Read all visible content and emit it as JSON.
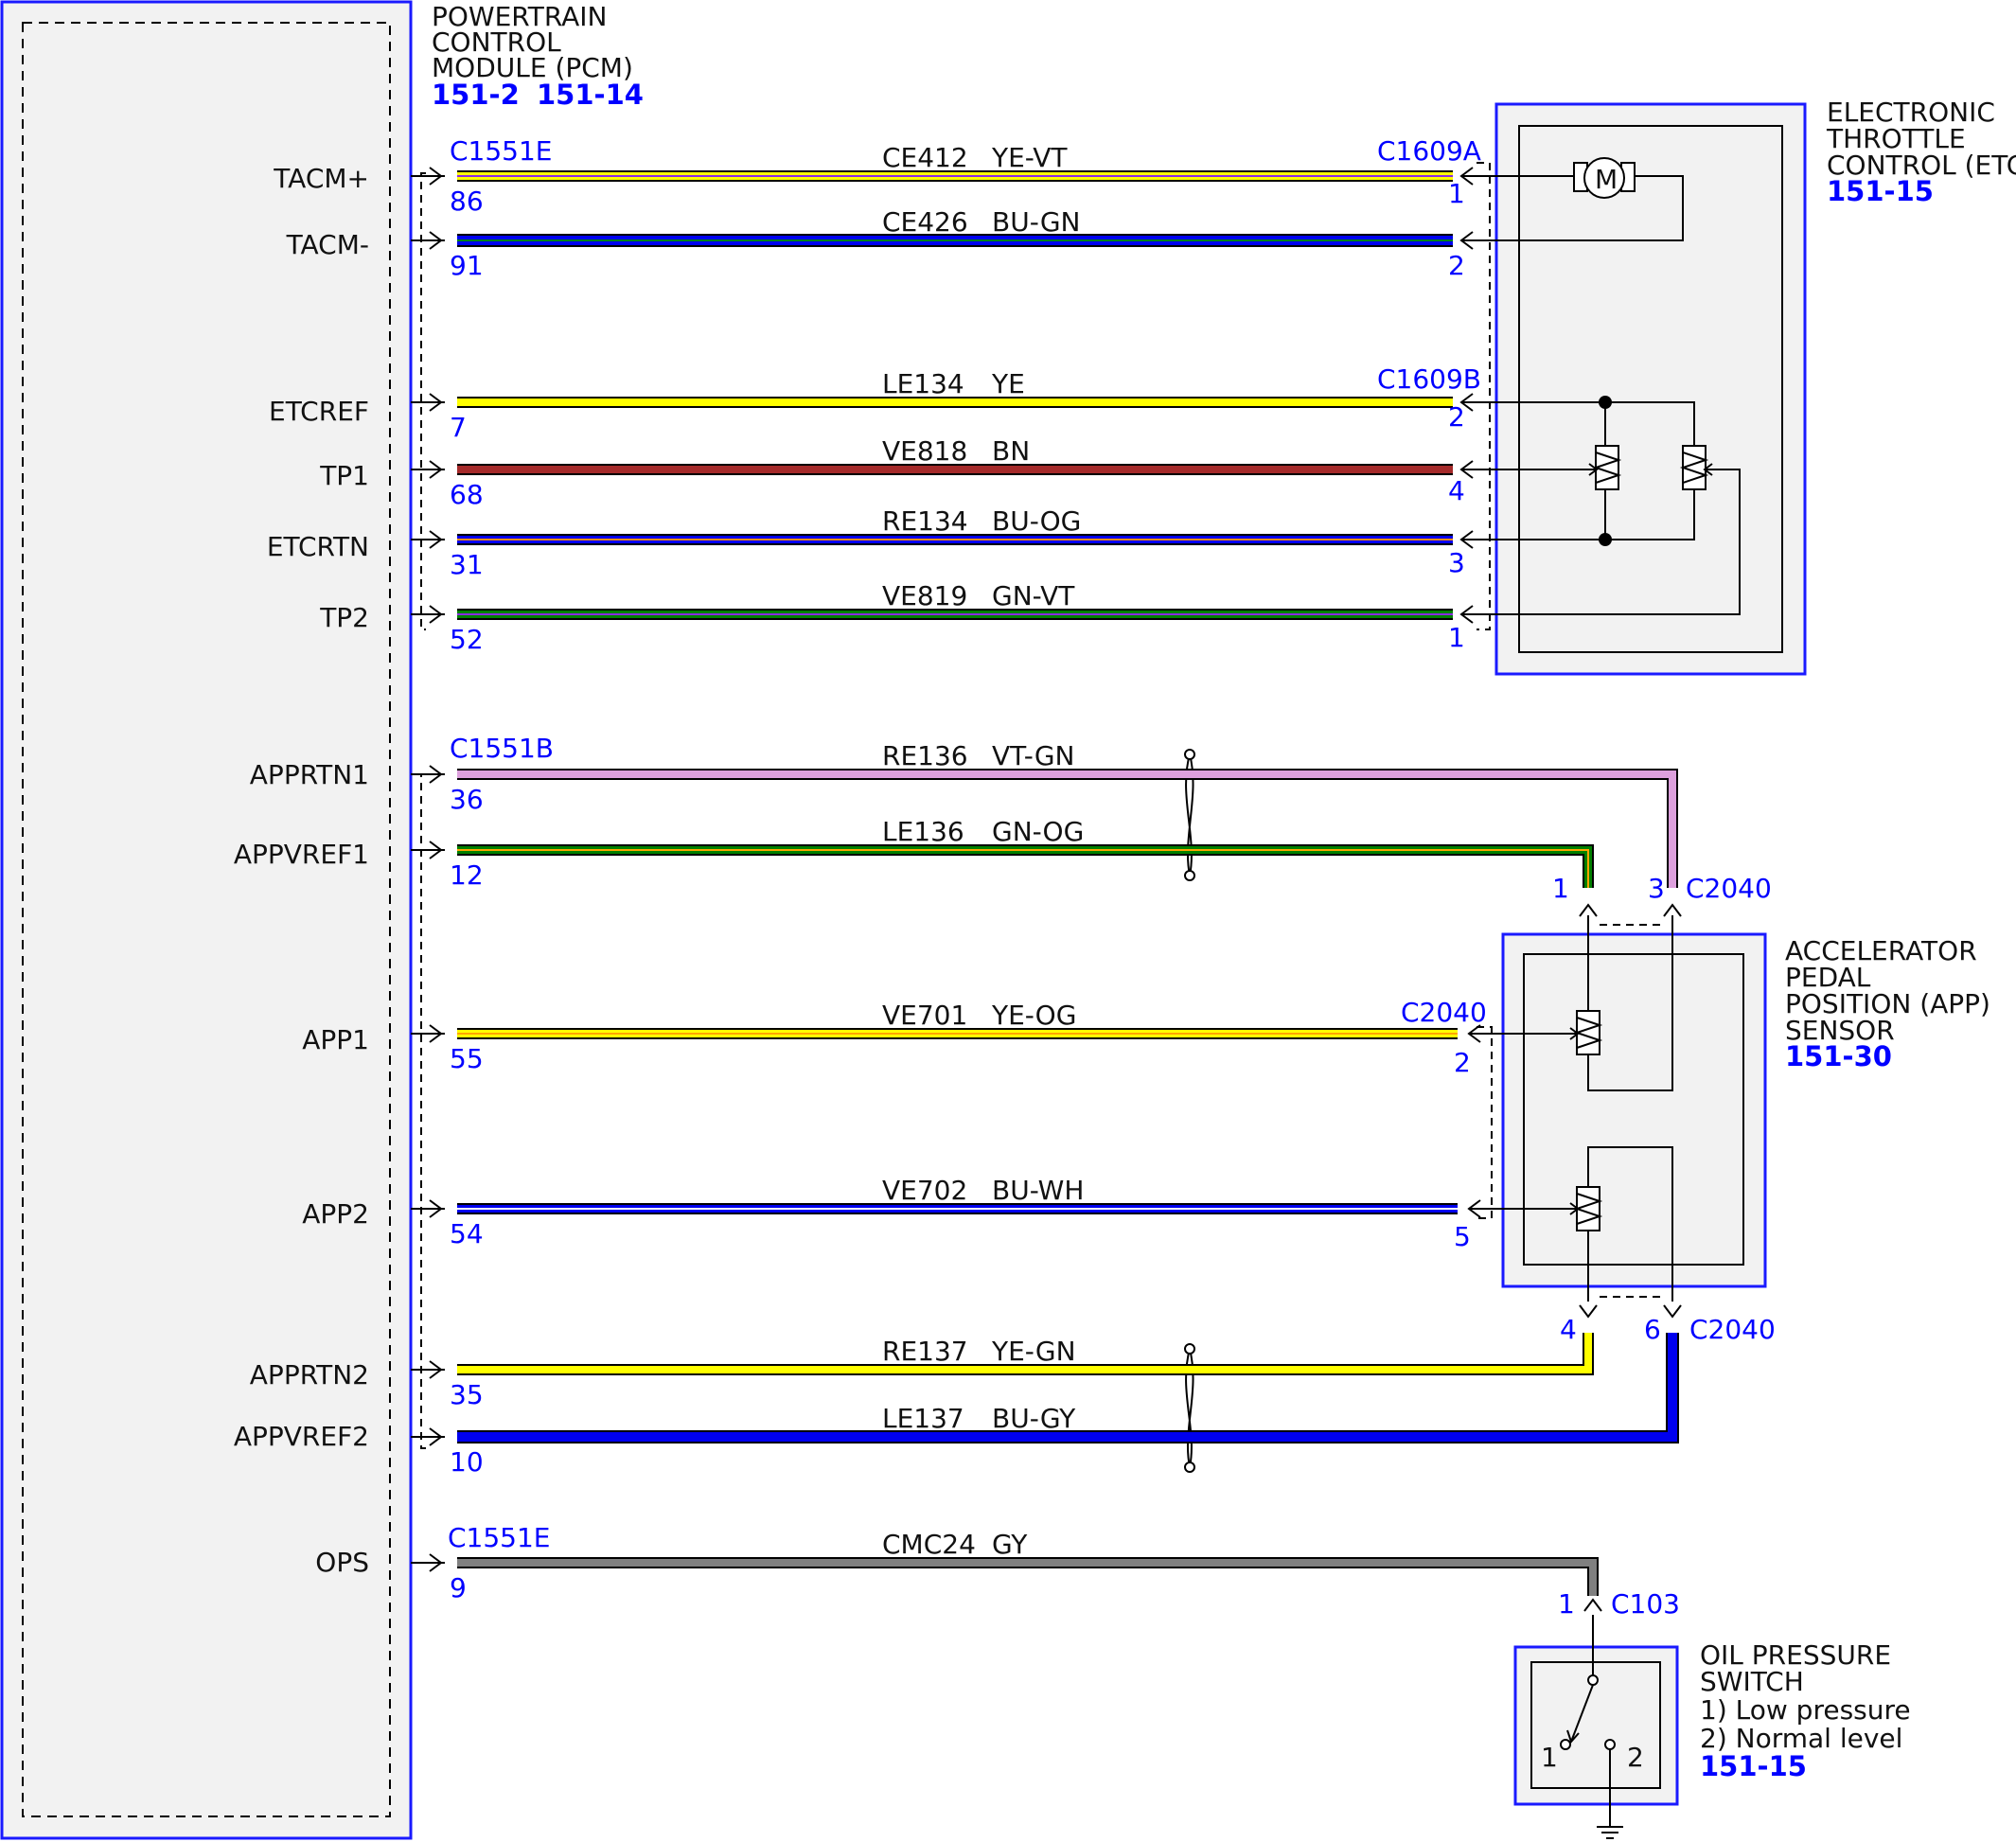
{
  "pcm": {
    "title_lines": [
      "POWERTRAIN",
      "CONTROL",
      "MODULE (PCM)"
    ],
    "refs": [
      "151-2",
      "151-14"
    ]
  },
  "etc": {
    "title_lines": [
      "ELECTRONIC",
      "THROTTLE",
      "CONTROL (ETC)"
    ],
    "ref": "151-15"
  },
  "app": {
    "title_lines": [
      "ACCELERATOR",
      "PEDAL",
      "POSITION (APP)",
      "SENSOR"
    ],
    "ref": "151-30"
  },
  "ops": {
    "title_lines": [
      "OIL PRESSURE",
      "SWITCH",
      "1) Low pressure",
      "2) Normal level"
    ],
    "ref": "151-15",
    "contacts": [
      "1",
      "2"
    ]
  },
  "connectors": {
    "c1551e": "C1551E",
    "c1551b": "C1551B",
    "c1551e_2": "C1551E",
    "c1609a": "C1609A",
    "c1609b": "C1609B",
    "c2040_top": "C2040",
    "c2040_mid": "C2040",
    "c2040_bot": "C2040",
    "c103": "C103"
  },
  "motor_label": "M",
  "wires": [
    {
      "signal": "TACM+",
      "pcm_pin": "86",
      "circuit": "CE412",
      "color_code": "YE-VT",
      "far_pin": "1",
      "colors": [
        "#ffff00",
        "#8a2be2"
      ]
    },
    {
      "signal": "TACM-",
      "pcm_pin": "91",
      "circuit": "CE426",
      "color_code": "BU-GN",
      "far_pin": "2",
      "colors": [
        "#0000ee",
        "#008000"
      ]
    },
    {
      "signal": "ETCREF",
      "pcm_pin": "7",
      "circuit": "LE134",
      "color_code": "YE",
      "far_pin": "2",
      "colors": [
        "#ffff00",
        "#ffff00"
      ]
    },
    {
      "signal": "TP1",
      "pcm_pin": "68",
      "circuit": "VE818",
      "color_code": "BN",
      "far_pin": "4",
      "colors": [
        "#a52a2a",
        "#a52a2a"
      ]
    },
    {
      "signal": "ETCRTN",
      "pcm_pin": "31",
      "circuit": "RE134",
      "color_code": "BU-OG",
      "far_pin": "3",
      "colors": [
        "#0000ee",
        "#ff8c00"
      ]
    },
    {
      "signal": "TP2",
      "pcm_pin": "52",
      "circuit": "VE819",
      "color_code": "GN-VT",
      "far_pin": "1",
      "colors": [
        "#008000",
        "#8a2be2"
      ]
    },
    {
      "signal": "APPRTN1",
      "pcm_pin": "36",
      "circuit": "RE136",
      "color_code": "VT-GN",
      "far_pin": "3",
      "colors": [
        "#dda0dd",
        "#dda0dd"
      ]
    },
    {
      "signal": "APPVREF1",
      "pcm_pin": "12",
      "circuit": "LE136",
      "color_code": "GN-OG",
      "far_pin": "1",
      "colors": [
        "#008000",
        "#ffa500"
      ]
    },
    {
      "signal": "APP1",
      "pcm_pin": "55",
      "circuit": "VE701",
      "color_code": "YE-OG",
      "far_pin": "2",
      "colors": [
        "#ffff00",
        "#ffa500"
      ]
    },
    {
      "signal": "APP2",
      "pcm_pin": "54",
      "circuit": "VE702",
      "color_code": "BU-WH",
      "far_pin": "5",
      "colors": [
        "#0000ee",
        "#ffffff"
      ]
    },
    {
      "signal": "APPRTN2",
      "pcm_pin": "35",
      "circuit": "RE137",
      "color_code": "YE-GN",
      "far_pin": "4",
      "colors": [
        "#ffff00",
        "#ffff00"
      ]
    },
    {
      "signal": "APPVREF2",
      "pcm_pin": "10",
      "circuit": "LE137",
      "color_code": "BU-GY",
      "far_pin": "6",
      "colors": [
        "#0000ee",
        "#0000ee"
      ]
    },
    {
      "signal": "OPS",
      "pcm_pin": "9",
      "circuit": "CMC24",
      "color_code": "GY",
      "far_pin": "1",
      "colors": [
        "#808080",
        "#808080"
      ]
    }
  ]
}
